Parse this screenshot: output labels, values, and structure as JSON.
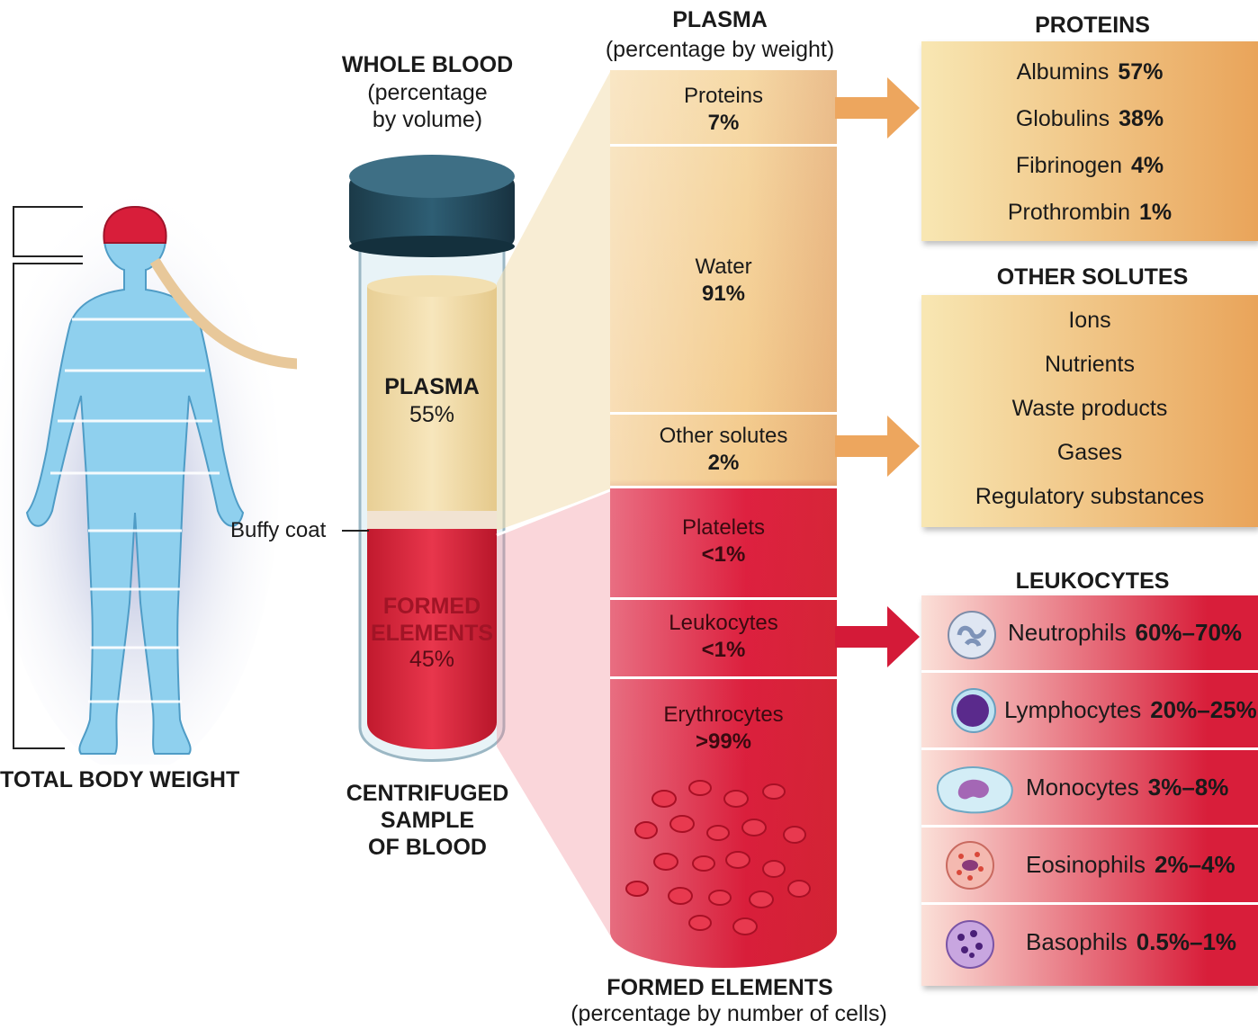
{
  "body_figure": {
    "caption": "TOTAL BODY WEIGHT"
  },
  "tube": {
    "title": "WHOLE BLOOD",
    "subtitle_line1": "(percentage",
    "subtitle_line2": "by volume)",
    "plasma_label": "PLASMA",
    "plasma_value": "55%",
    "buffy_coat_label": "Buffy coat",
    "formed_line1": "FORMED",
    "formed_line2": "ELEMENTS",
    "formed_value": "45%",
    "caption_line1": "CENTRIFUGED",
    "caption_line2": "SAMPLE",
    "caption_line3": "OF BLOOD"
  },
  "column": {
    "title": "PLASMA",
    "subtitle": "(percentage by weight)",
    "segments": [
      {
        "label": "Proteins",
        "value": "7%"
      },
      {
        "label": "Water",
        "value": "91%"
      },
      {
        "label": "Other solutes",
        "value": "2%"
      },
      {
        "label": "Platelets",
        "value": "<1%"
      },
      {
        "label": "Leukocytes",
        "value": "<1%"
      },
      {
        "label": "Erythrocytes",
        "value": ">99%"
      }
    ],
    "footer_title": "FORMED ELEMENTS",
    "footer_subtitle": "(percentage by number of cells)"
  },
  "proteins": {
    "title": "PROTEINS",
    "items": [
      {
        "name": "Albumins",
        "value": "57%"
      },
      {
        "name": "Globulins",
        "value": "38%"
      },
      {
        "name": "Fibrinogen",
        "value": "4%"
      },
      {
        "name": "Prothrombin",
        "value": "1%"
      }
    ]
  },
  "other_solutes": {
    "title": "OTHER SOLUTES",
    "items": [
      "Ions",
      "Nutrients",
      "Waste products",
      "Gases",
      "Regulatory substances"
    ]
  },
  "leukocytes": {
    "title": "LEUKOCYTES",
    "items": [
      {
        "name": "Neutrophils",
        "value": "60%–70%"
      },
      {
        "name": "Lymphocytes",
        "value": "20%–25%"
      },
      {
        "name": "Monocytes",
        "value": "3%–8%"
      },
      {
        "name": "Eosinophils",
        "value": "2%–4%"
      },
      {
        "name": "Basophils",
        "value": "0.5%–1%"
      }
    ]
  },
  "colors": {
    "plasma_light": "#f8e7b3",
    "plasma_dark": "#e9a45a",
    "blood_red": "#d81e3a",
    "body_blue": "#8fd0ee",
    "tube_cap": "#24495a"
  }
}
